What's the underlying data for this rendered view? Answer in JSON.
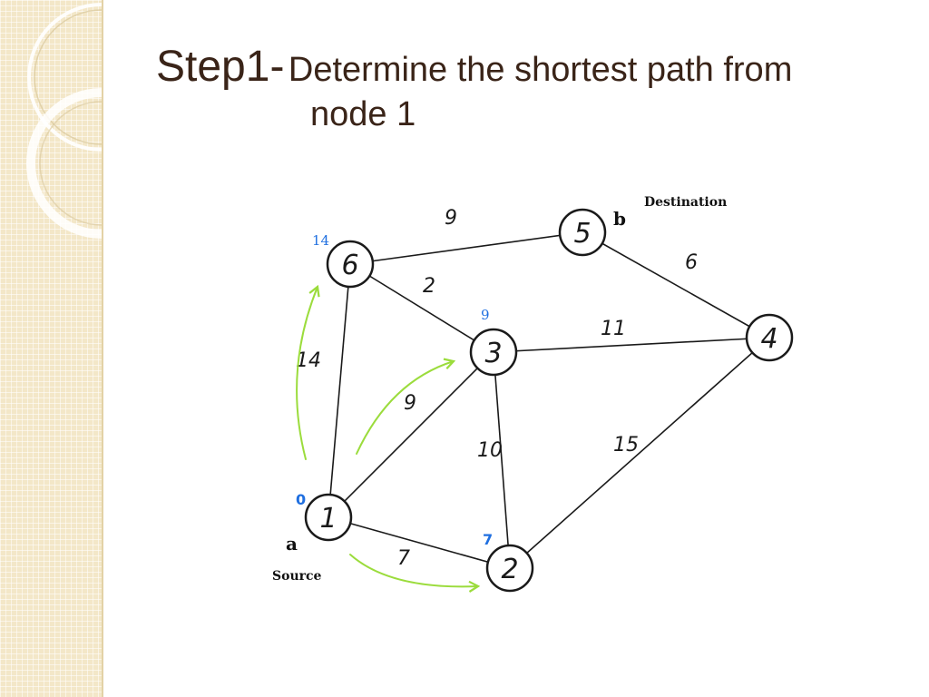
{
  "slide": {
    "title_step": "Step1-",
    "title_rest": "Determine the shortest path from",
    "title_line2": "node 1"
  },
  "colors": {
    "panel": "#f3e7c8",
    "title": "#3a2418",
    "source_fill": "#f4f7c4",
    "destination_fill": "#c9d3f5",
    "distance_label": "#1f6fe0",
    "arrow": "#9bdc3c"
  },
  "graph": {
    "nodes": [
      {
        "id": "1",
        "label": "1",
        "fill": "#f4f7c4"
      },
      {
        "id": "2",
        "label": "2",
        "fill": "#ffffff"
      },
      {
        "id": "3",
        "label": "3",
        "fill": "#ffffff"
      },
      {
        "id": "4",
        "label": "4",
        "fill": "#ffffff"
      },
      {
        "id": "5",
        "label": "5",
        "fill": "#c9d3f5"
      },
      {
        "id": "6",
        "label": "6",
        "fill": "#ffffff"
      }
    ],
    "edges": [
      {
        "from": "6",
        "to": "5",
        "weight": "9"
      },
      {
        "from": "5",
        "to": "4",
        "weight": "6"
      },
      {
        "from": "6",
        "to": "3",
        "weight": "2"
      },
      {
        "from": "3",
        "to": "4",
        "weight": "11"
      },
      {
        "from": "1",
        "to": "6",
        "weight": "14"
      },
      {
        "from": "1",
        "to": "3",
        "weight": "9"
      },
      {
        "from": "3",
        "to": "2",
        "weight": "10"
      },
      {
        "from": "2",
        "to": "4",
        "weight": "15"
      },
      {
        "from": "1",
        "to": "2",
        "weight": "7"
      }
    ],
    "distances": [
      {
        "node": "6",
        "value": "14"
      },
      {
        "node": "3",
        "value": "9"
      },
      {
        "node": "1",
        "value": "0"
      },
      {
        "node": "2",
        "value": "7"
      }
    ],
    "source": {
      "node": "1",
      "letter": "a",
      "label": "Source"
    },
    "destination": {
      "node": "5",
      "letter": "b",
      "label": "Destination"
    },
    "highlight_arrows": [
      {
        "from": "1",
        "to": "6"
      },
      {
        "from": "1",
        "to": "3"
      },
      {
        "from": "1",
        "to": "2"
      }
    ]
  }
}
